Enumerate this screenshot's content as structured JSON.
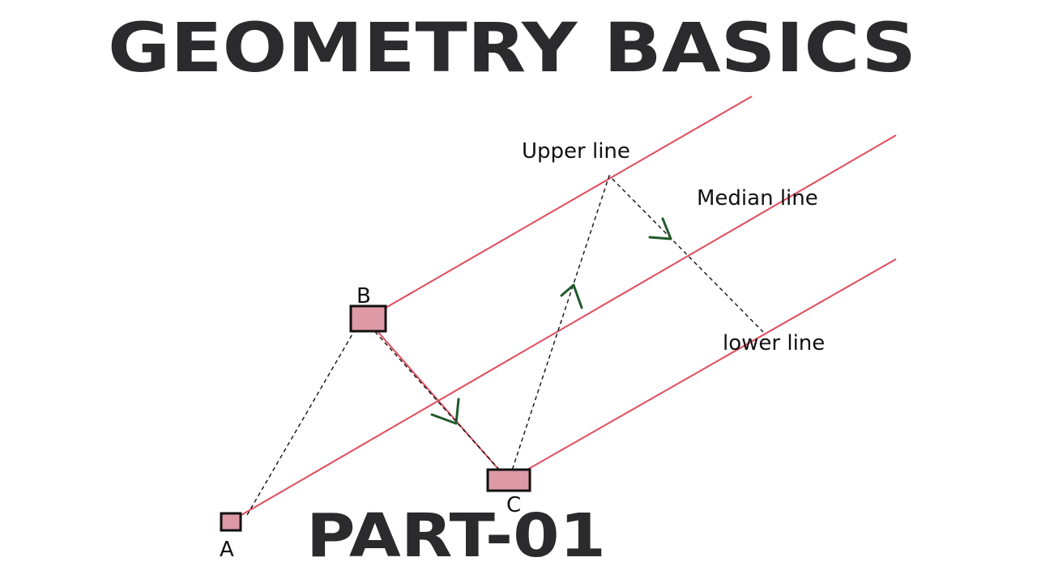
{
  "title": "GEOMETRY BASICS",
  "subtitle": "PART-01",
  "colors": {
    "heading": "#2b2b2d",
    "line": "#e04b5c",
    "pivot_fill": "#dd9aa6",
    "pivot_stroke": "#111111",
    "guide": "#111111",
    "arrow": "#1f5a2a"
  },
  "lines": {
    "upper": "Upper line",
    "median": "Median line",
    "lower": "lower line"
  },
  "points": {
    "a": "A",
    "b": "B",
    "c": "C"
  }
}
